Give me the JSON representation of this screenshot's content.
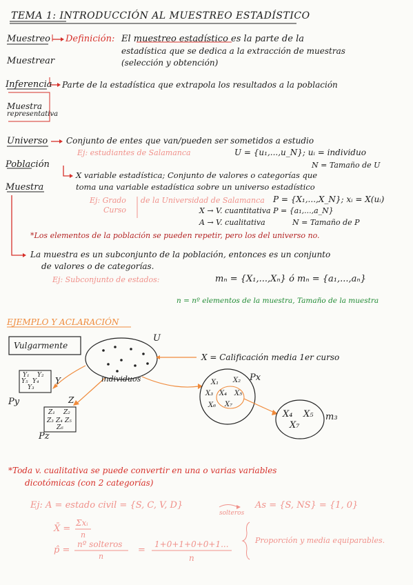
{
  "title": "TEMA 1: INTRODUCCIÓN AL MUESTREO ESTADÍSTICO",
  "section1": {
    "term_muestreo": "Muestreo",
    "term_muestrear": "Muestrear",
    "definicion_label": "Definición:",
    "definicion_line1": "El muestreo estadístico es la parte de la",
    "definicion_line2": "estadística que se dedica a la extracción de muestras",
    "definicion_line3": "(selección y obtención)",
    "term_inferencia": "Inferencia",
    "inferencia_text": "Parte de la estadística que extrapola los resultados a la población",
    "term_muestra_rep_1": "Muestra",
    "term_muestra_rep_2": "representativa"
  },
  "section2": {
    "term_universo": "Universo",
    "universo_def": "Conjunto de entes que van/pueden ser sometidos a estudio",
    "universo_ex": "Ej: estudiantes de Salamanca",
    "universo_formula": "U = {u₁,...,u_N}; uᵢ = individuo",
    "universo_n": "N = Tamaño de U",
    "term_poblacion": "Población",
    "term_muestra": "Muestra",
    "poblacion_line1": "X variable estadística; Conjunto de valores o categorías que",
    "poblacion_line2": "toma una variable estadística sobre un universo estadístico",
    "ej_grado_1": "Ej: Grado",
    "ej_grado_2": "Curso",
    "ej_universidad": "de la Universidad de Salamanca",
    "poblacion_formula": "P = {X₁,...,X_N}; xᵢ = X(uᵢ)",
    "cuantitativa": "X → V. cuantitativa  P = {a₁,...,a_N}",
    "cualitativa": "A → V. cualitativa",
    "tamano_p": "N = Tamaño de P",
    "note_repetir": "*Los elementos de la población se pueden repetir, pero los del universo no.",
    "muestra_line1": "La muestra es un subconjunto de la población, entonces es un conjunto",
    "muestra_line2": "de valores o de categorías.",
    "muestra_ex": "Ej: Subconjunto de estados:",
    "muestra_formula": "mₙ = {X₁,...,Xₙ} ó  mₙ = {a₁,...,aₙ}",
    "muestra_n": "n = nº elementos de la muestra, Tamaño de la muestra"
  },
  "section3": {
    "heading": "EJEMPLO Y ACLARACIÓN",
    "vulgarmente": "Vulgarmente",
    "u_label": "U",
    "individuos": "individuos",
    "x_def": "X = Calificación media 1er curso",
    "y_label": "Y",
    "z_label": "Z",
    "py_label": "Py",
    "pz_label": "Pz",
    "px_label": "Px",
    "m3_label": "m₃",
    "y_vals": [
      "Y₁",
      "Y₂",
      "Y₃",
      "Y₄",
      "Y₅"
    ],
    "z_vals": [
      "Z₁",
      "Z₂",
      "Z₃",
      "Z₄",
      "Z₅",
      "Z₆"
    ],
    "px_vals": [
      "X₁",
      "X₂",
      "X₃",
      "X₄",
      "X₅",
      "X₆",
      "X₇"
    ],
    "m3_vals": [
      "X₄",
      "X₅",
      "X₇"
    ]
  },
  "section4": {
    "note_line1": "*Toda v. cualitativa se puede convertir en una o varias variables",
    "note_line2": "dicotómicas (con 2 categorías)",
    "ej_estado": "Ej: A = estado civil = {S, C, V, D}",
    "solteros": "solteros",
    "as_set": "As = {S, NS} = {1, 0}",
    "xbar_lhs": "X̄ =",
    "xbar_num": "Σxᵢ",
    "xbar_den": "n",
    "phat_lhs": "p̂ =",
    "phat_num": "nº solteros",
    "phat_den": "n",
    "phat_num2": "1+0+1+0+0+1...",
    "phat_den2": "n",
    "proporcion": "Proporción y media equiparables."
  }
}
